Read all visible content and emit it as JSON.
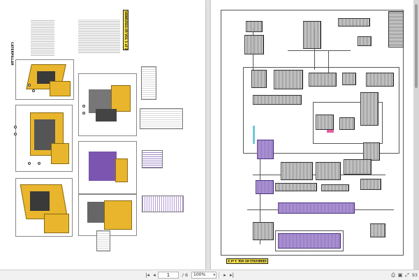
{
  "document": {
    "title_left": "UENR3562-05 VOL 1 of 2",
    "title_right": "UENR3562-05 VOL 1 of 2",
    "brand": "CATERPILLAR"
  },
  "toolbar": {
    "current_page": "1",
    "page_total": "/ 6",
    "zoom": "100%",
    "zoom_suffix": "93"
  },
  "colors": {
    "machine_yellow": "#e8b52d",
    "title_yellow": "#f6e04a",
    "harness_purple": "#7b55b0",
    "wire_cyan": "#6fc7d6",
    "wire_pink": "#e65fa3"
  },
  "icons": {
    "first": "first-page-icon",
    "prev": "prev-page-icon",
    "next": "next-page-icon",
    "last": "last-page-icon",
    "print": "print-icon",
    "save": "save-icon",
    "fit": "fit-page-icon"
  }
}
